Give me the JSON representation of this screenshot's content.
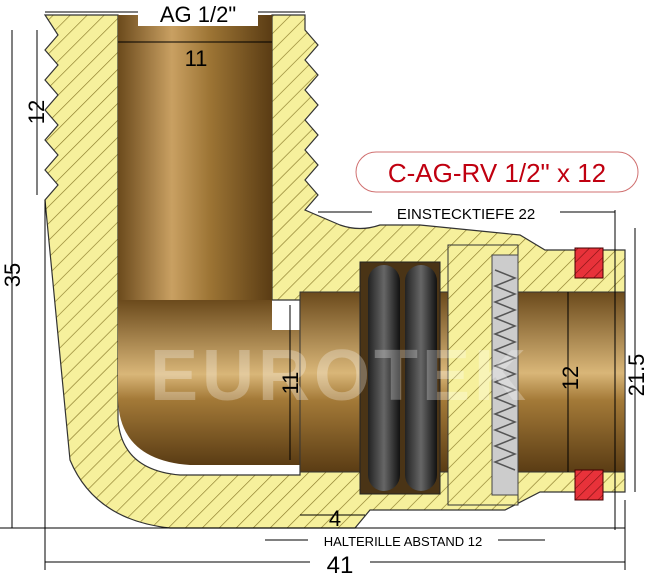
{
  "title": "C-AG-RV 1/2\" x 12",
  "watermark": "EUROTEK",
  "dimensions": {
    "thread_size": "AG 1/2\"",
    "top_bore": "11",
    "thread_length": "12",
    "height": "35",
    "insertion_depth": "EINSTECKTIEFE 22",
    "inner_bore": "11",
    "pipe_diameter": "12",
    "outer_diameter": "21.5",
    "groove_offset": "4",
    "groove_spacing": "HALTERILLE ABSTAND 12",
    "total_length": "41"
  },
  "colors": {
    "body_fill": "#f6f09c",
    "hatch": "#8a7a2a",
    "bronze": "#a8803e",
    "title_red": "#c00010",
    "seal_red": "#e8323a"
  }
}
